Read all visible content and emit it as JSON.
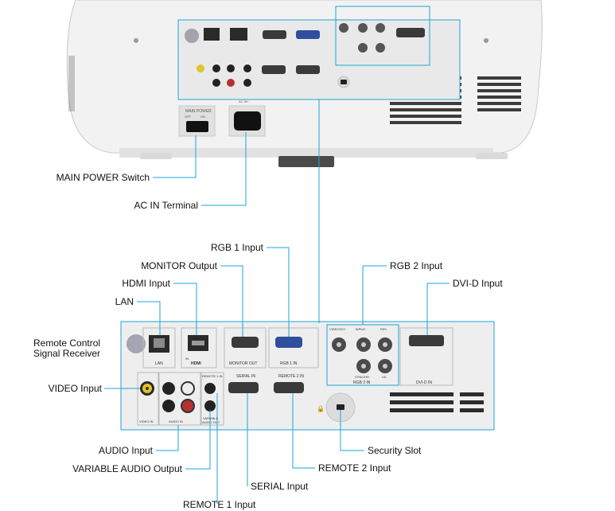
{
  "panel_text": {
    "lan": "LAN",
    "hdmi": "HDMI",
    "hdmi_in": "IN",
    "monitor_out": "MONITOR OUT",
    "rgb1_in": "RGB 1 IN",
    "rgb2_in": "RGB 2 IN",
    "dvi_d_in": "DVI-D IN",
    "video_gy": "VIDEO/G/Y",
    "b_pb_cb": "B/Pb/C",
    "r_pr": "R/Pr",
    "sync_hd": "SYNC/HD",
    "vd": "VD",
    "video_in": "VIDEO IN",
    "audio_in": "AUDIO IN",
    "remote1_in": "REMOTE 1 IN",
    "serial_in": "SERIAL IN",
    "remote2_in": "REMOTE 2 IN",
    "variable_audio_out_line1": "VARIABLE",
    "variable_audio_out_line2": "AUDIO OUT",
    "main_power": "MAIN POWER",
    "off": "OFF",
    "on": "ON",
    "ac_in": "AC IN~"
  },
  "callouts": {
    "main_power_switch": "MAIN POWER Switch",
    "ac_in_terminal": "AC IN Terminal",
    "rgb1_input": "RGB 1 Input",
    "monitor_output": "MONITOR Output",
    "hdmi_input": "HDMI Input",
    "lan": "LAN",
    "remote_control_line1": "Remote Control",
    "remote_control_line2": "Signal Receiver",
    "rgb2_input": "RGB 2 Input",
    "dvi_d_input": "DVI-D Input",
    "video_input": "VIDEO Input",
    "audio_input": "AUDIO Input",
    "variable_audio_output": "VARIABLE AUDIO Output",
    "remote1_input": "REMOTE 1 Input",
    "serial_input": "SERIAL Input",
    "remote2_input": "REMOTE 2 Input",
    "security_slot": "Security Slot"
  },
  "colors": {
    "leader": "#1aa7d8",
    "body": "#f4f4f4",
    "panel": "#ececec"
  }
}
